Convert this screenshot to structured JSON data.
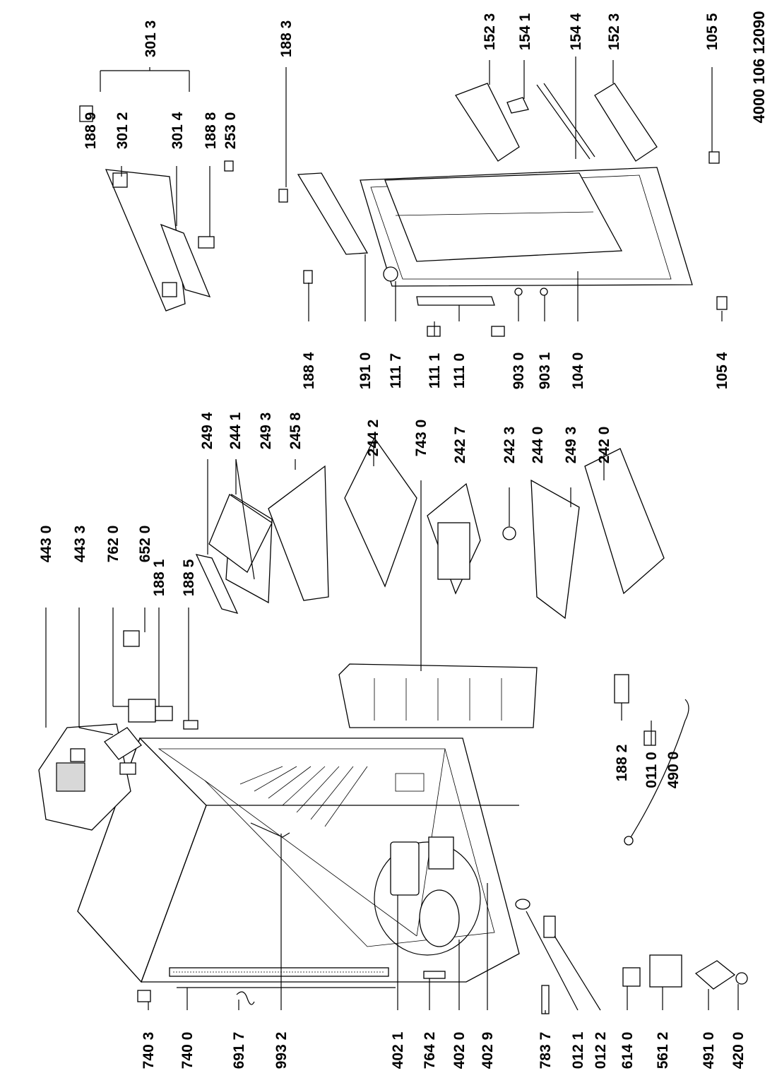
{
  "document": {
    "number": "4000 106 12090"
  },
  "labels": {
    "l3013": "301 3",
    "l1889": "188 9",
    "l3012": "301 2",
    "l3014": "301 4",
    "l1888": "188 8",
    "l2530": "253 0",
    "l1883": "188 3",
    "l1523a": "152 3",
    "l1541": "154 1",
    "l1544": "154 4",
    "l1523b": "152 3",
    "l1055": "105 5",
    "l4430": "443 0",
    "l4433": "443 3",
    "l7620": "762 0",
    "l6520": "652 0",
    "l1881": "188 1",
    "l1885": "188 5",
    "l2494": "249 4",
    "l2441": "244 1",
    "l2493a": "249 3",
    "l2458": "245 8",
    "l2442": "244 2",
    "l7430": "743 0",
    "l2427": "242 7",
    "l2423": "242 3",
    "l2440": "244 0",
    "l2493b": "249 3",
    "l2420": "242 0",
    "l1884": "188 4",
    "l1910": "191 0",
    "l1117": "111 7",
    "l1111": "111 1",
    "l1110": "111 0",
    "l9030": "903 0",
    "l9031": "903 1",
    "l1040": "104 0",
    "l1054": "105 4",
    "l1882": "188 2",
    "l0110": "011 0",
    "l4900": "490 0",
    "l7403": "740 3",
    "l7400": "740 0",
    "l6917": "691 7",
    "l9932": "993 2",
    "l4021": "402 1",
    "l7642": "764 2",
    "l4020": "402 0",
    "l4029": "402 9",
    "l7837": "783 7",
    "l0121": "012 1",
    "l0122": "012 2",
    "l6140": "614 0",
    "l5612": "561 2",
    "l4910": "491 0",
    "l4200": "420 0"
  }
}
